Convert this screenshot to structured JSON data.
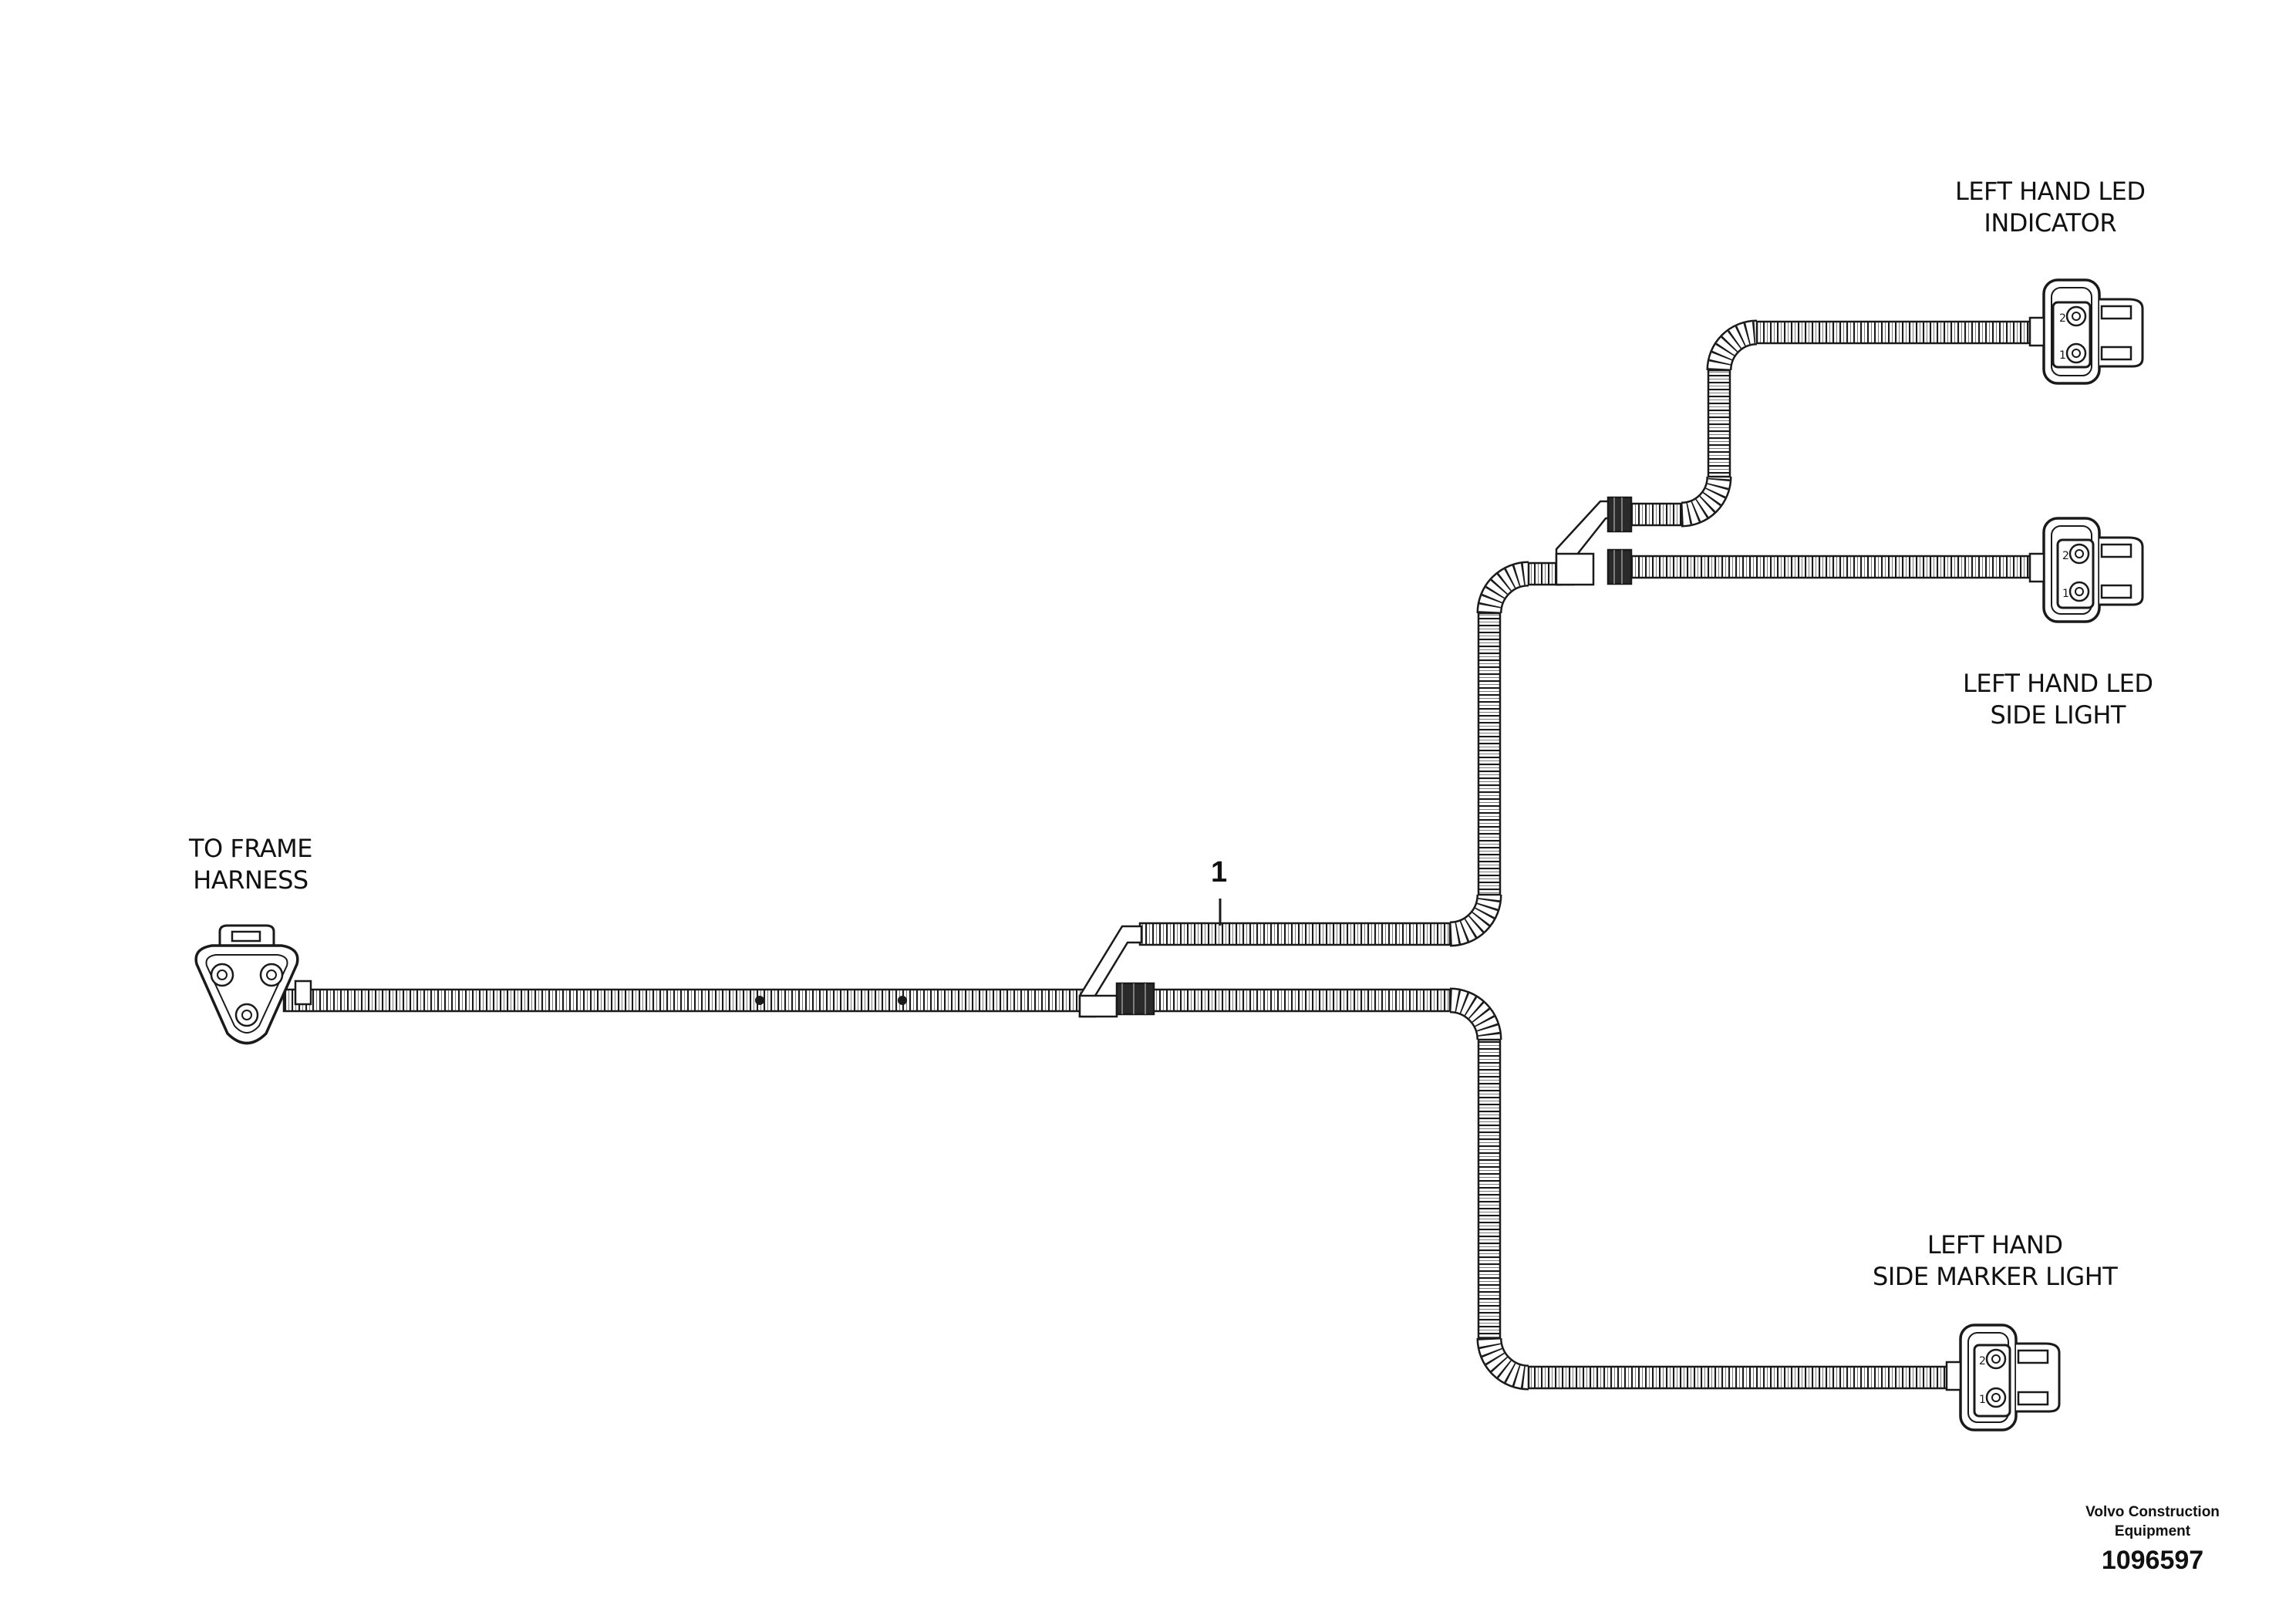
{
  "labels": {
    "to_frame": [
      "TO FRAME",
      "HARNESS"
    ],
    "lh_led_indicator": [
      "LEFT HAND LED",
      "INDICATOR"
    ],
    "lh_led_side_light": [
      "LEFT HAND LED",
      "SIDE LIGHT"
    ],
    "lh_side_marker": [
      "LEFT HAND",
      "SIDE MARKER LIGHT"
    ]
  },
  "callout": "1",
  "footer": {
    "company_line1": "Volvo Construction",
    "company_line2": "Equipment",
    "doc_number": "1096597"
  },
  "connector_pins": {
    "two_pin": [
      "2",
      "1"
    ]
  }
}
